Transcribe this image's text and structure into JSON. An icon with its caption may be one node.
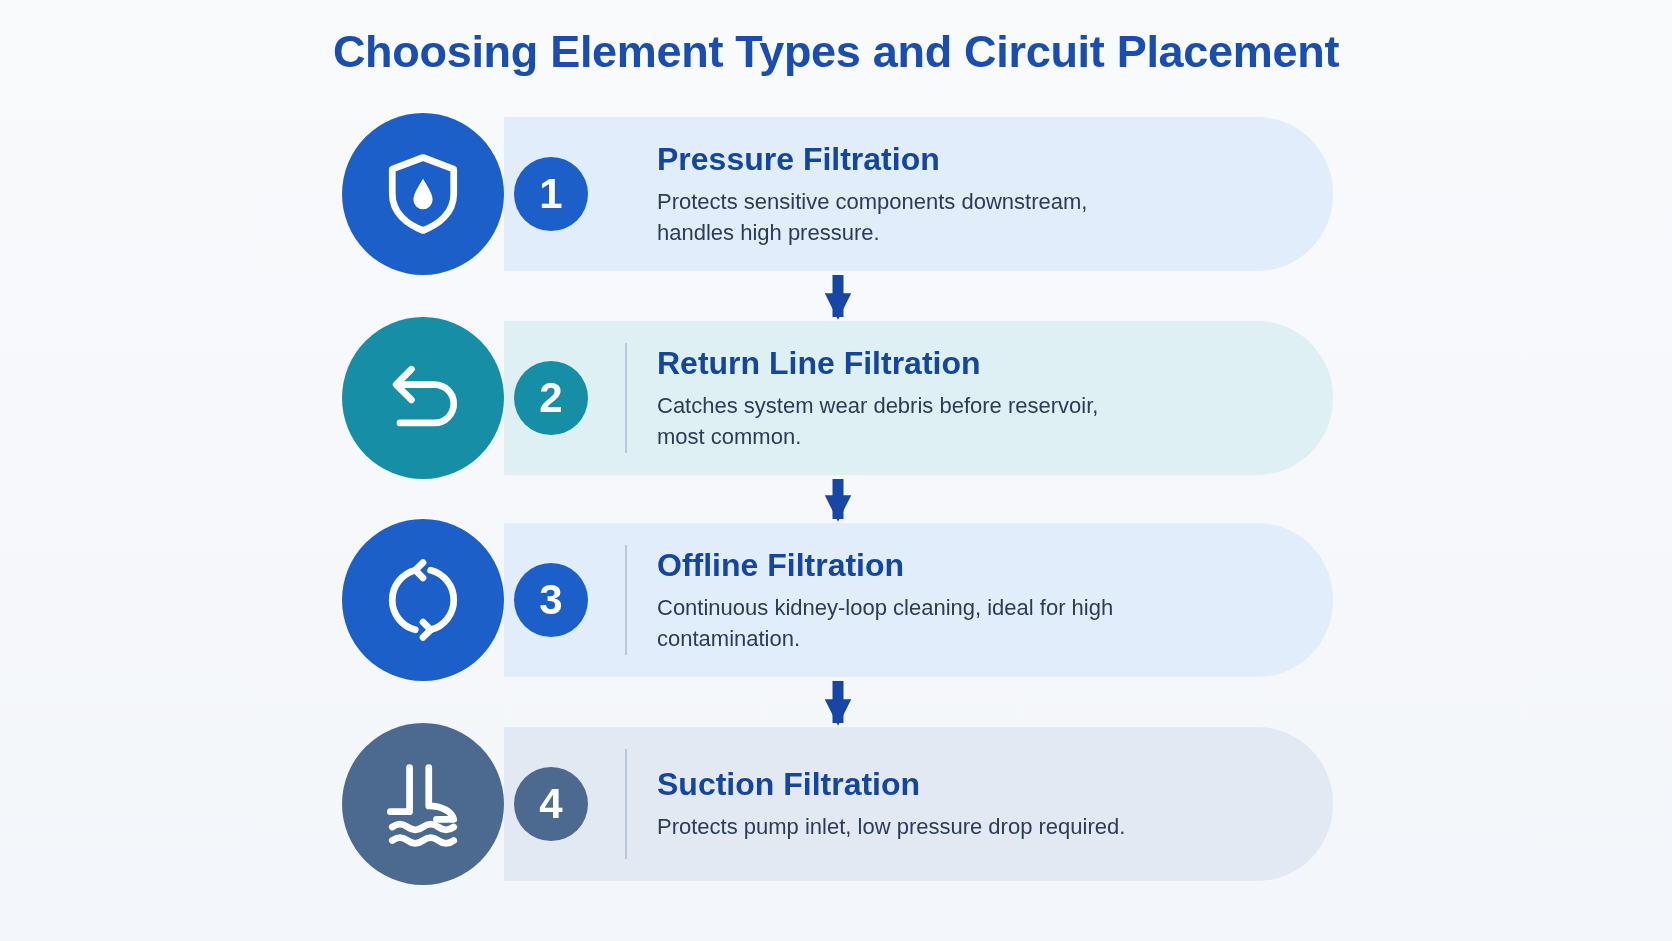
{
  "diagram": {
    "title": "Choosing Element Types and Circuit Placement",
    "nodes": [
      {
        "text": [
          "Pressure Filtration",
          "Protects sensitive components downstream, handles high pressure."
        ]
      },
      {
        "text": [
          "1"
        ],
        "in": 0
      },
      {
        "text": [
          "Return Line Filtration",
          "Catches system wear debris before reservoir, most common."
        ]
      },
      {
        "text": [
          "2"
        ],
        "in": 2
      },
      {
        "text": [
          "Offline Filtration",
          "Continuous kidney-loop cleaning, ideal for high contamination."
        ]
      },
      {
        "text": [
          "3"
        ],
        "in": 4
      },
      {
        "text": [
          "Suction Filtration",
          "Protects pump inlet, low pressure drop required."
        ]
      },
      {
        "text": [
          "4"
        ],
        "in": 6
      }
    ],
    "edges": [
      {
        "from": 0,
        "to": 2,
        "arrow": "to"
      },
      {
        "from": 2,
        "to": 4,
        "arrow": "to"
      },
      {
        "from": 4,
        "to": 6,
        "arrow": "to"
      }
    ]
  }
}
